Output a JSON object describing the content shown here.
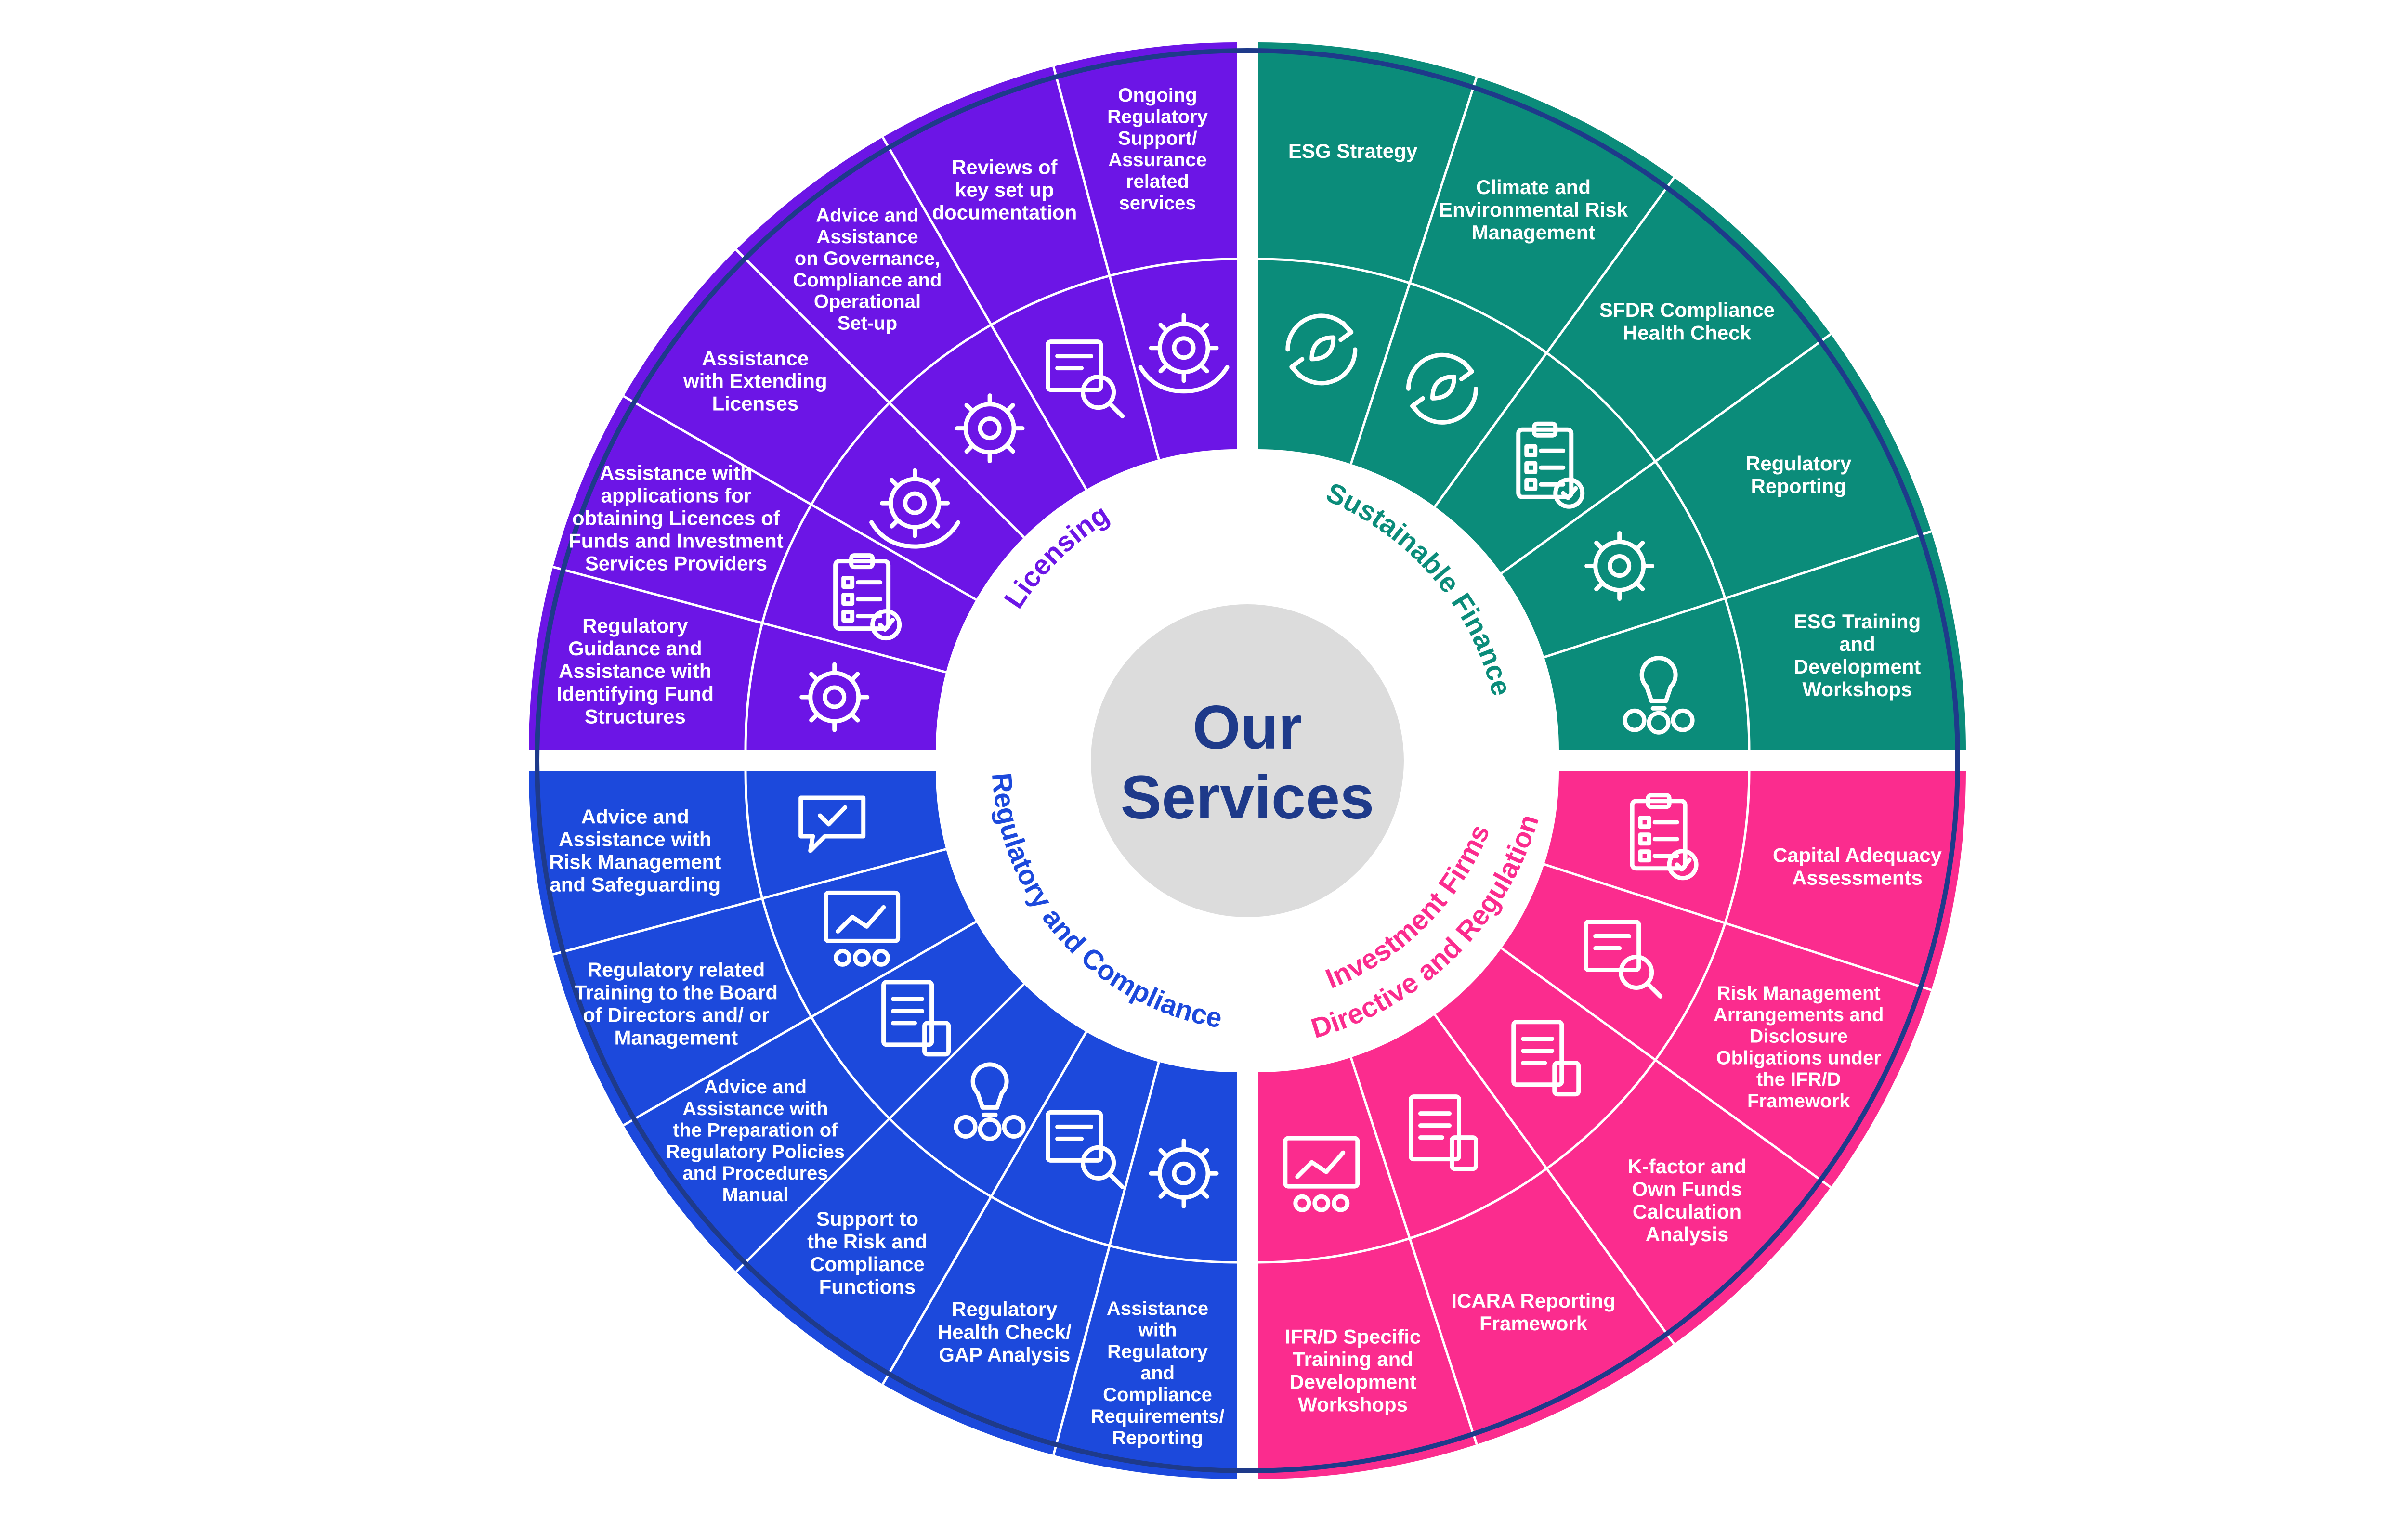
{
  "center": {
    "title_line1": "Our",
    "title_line2": "Services"
  },
  "colors": {
    "licensing": "#6c15e6",
    "sustainable_finance": "#0b8c7a",
    "investment_firms": "#fb2c8e",
    "regulatory_compliance": "#1c49dc",
    "outer_ring": "#1e3a8a",
    "center_circle": "#dcdcdc",
    "center_text": "#1e3a8a"
  },
  "quadrants": [
    {
      "key": "licensing",
      "label": "Licensing",
      "services": [
        {
          "text": [
            "Regulatory",
            "Guidance and",
            "Assistance with",
            "Identifying Fund",
            "Structures"
          ],
          "icon": "euro-gear-icon"
        },
        {
          "text": [
            "Assistance with",
            "applications for",
            "obtaining Licences of",
            "Funds and Investment",
            "Services Providers"
          ],
          "icon": "hand-check-icon"
        },
        {
          "text": [
            "Assistance",
            "with Extending",
            "Licenses"
          ],
          "icon": "handshake-gear-icon"
        },
        {
          "text": [
            "Advice and",
            "Assistance",
            "on Governance,",
            "Compliance and",
            "Operational",
            "Set-up"
          ],
          "icon": "process-gear-icon"
        },
        {
          "text": [
            "Reviews of",
            "key set up",
            "documentation"
          ],
          "icon": "document-search-icon"
        },
        {
          "text": [
            "Ongoing",
            "Regulatory",
            "Support/",
            "Assurance",
            "related",
            "services"
          ],
          "icon": "hands-gear-icon"
        }
      ]
    },
    {
      "key": "sustainable_finance",
      "label": "Sustainable Finance",
      "services": [
        {
          "text": [
            "ESG Strategy"
          ],
          "icon": "leaf-cycle-icon"
        },
        {
          "text": [
            "Climate and",
            "Environmental Risk",
            "Management"
          ],
          "icon": "building-cycle-icon"
        },
        {
          "text": [
            "SFDR Compliance",
            "Health Check"
          ],
          "icon": "checklist-icon"
        },
        {
          "text": [
            "Regulatory",
            "Reporting"
          ],
          "icon": "shield-gear-icon"
        },
        {
          "text": [
            "ESG Training",
            "and",
            "Development",
            "Workshops"
          ],
          "icon": "idea-person-icon"
        }
      ]
    },
    {
      "key": "investment_firms",
      "label": "Investment Firms Directive and Regulation",
      "label_lines": [
        "Investment Firms",
        "Directive and Regulation"
      ],
      "services": [
        {
          "text": [
            "Capital Adequacy",
            "Assessments"
          ],
          "icon": "clipboard-check-icon"
        },
        {
          "text": [
            "Risk Management",
            "Arrangements and",
            "Disclosure",
            "Obligations under",
            "the IFR/D",
            "Framework"
          ],
          "icon": "presentation-search-icon"
        },
        {
          "text": [
            "K-factor and",
            "Own Funds",
            "Calculation",
            "Analysis"
          ],
          "icon": "report-calculator-icon"
        },
        {
          "text": [
            "ICARA Reporting",
            "Framework"
          ],
          "icon": "browser-documents-icon"
        },
        {
          "text": [
            "IFR/D Specific",
            "Training and",
            "Development",
            "Workshops"
          ],
          "icon": "team-presentation-icon"
        }
      ]
    },
    {
      "key": "regulatory_compliance",
      "label": "Regulatory and Compliance",
      "services": [
        {
          "text": [
            "Assistance",
            "with",
            "Regulatory",
            "and",
            "Compliance",
            "Requirements/",
            "Reporting"
          ],
          "icon": "chat-gear-icon"
        },
        {
          "text": [
            "Regulatory",
            "Health Check/",
            "GAP Analysis"
          ],
          "icon": "chart-search-icon"
        },
        {
          "text": [
            "Support to",
            "the Risk and",
            "Compliance",
            "Functions"
          ],
          "icon": "idea-team-icon"
        },
        {
          "text": [
            "Advice and",
            "Assistance with",
            "the Preparation of",
            "Regulatory Policies",
            "and Procedures",
            "Manual"
          ],
          "icon": "document-pen-icon"
        },
        {
          "text": [
            "Regulatory related",
            "Training to the Board",
            "of Directors and/ or",
            "Management"
          ],
          "icon": "board-presentation-icon"
        },
        {
          "text": [
            "Advice and",
            "Assistance with",
            "Risk Management",
            "and Safeguarding"
          ],
          "icon": "hand-message-icon"
        }
      ]
    }
  ]
}
